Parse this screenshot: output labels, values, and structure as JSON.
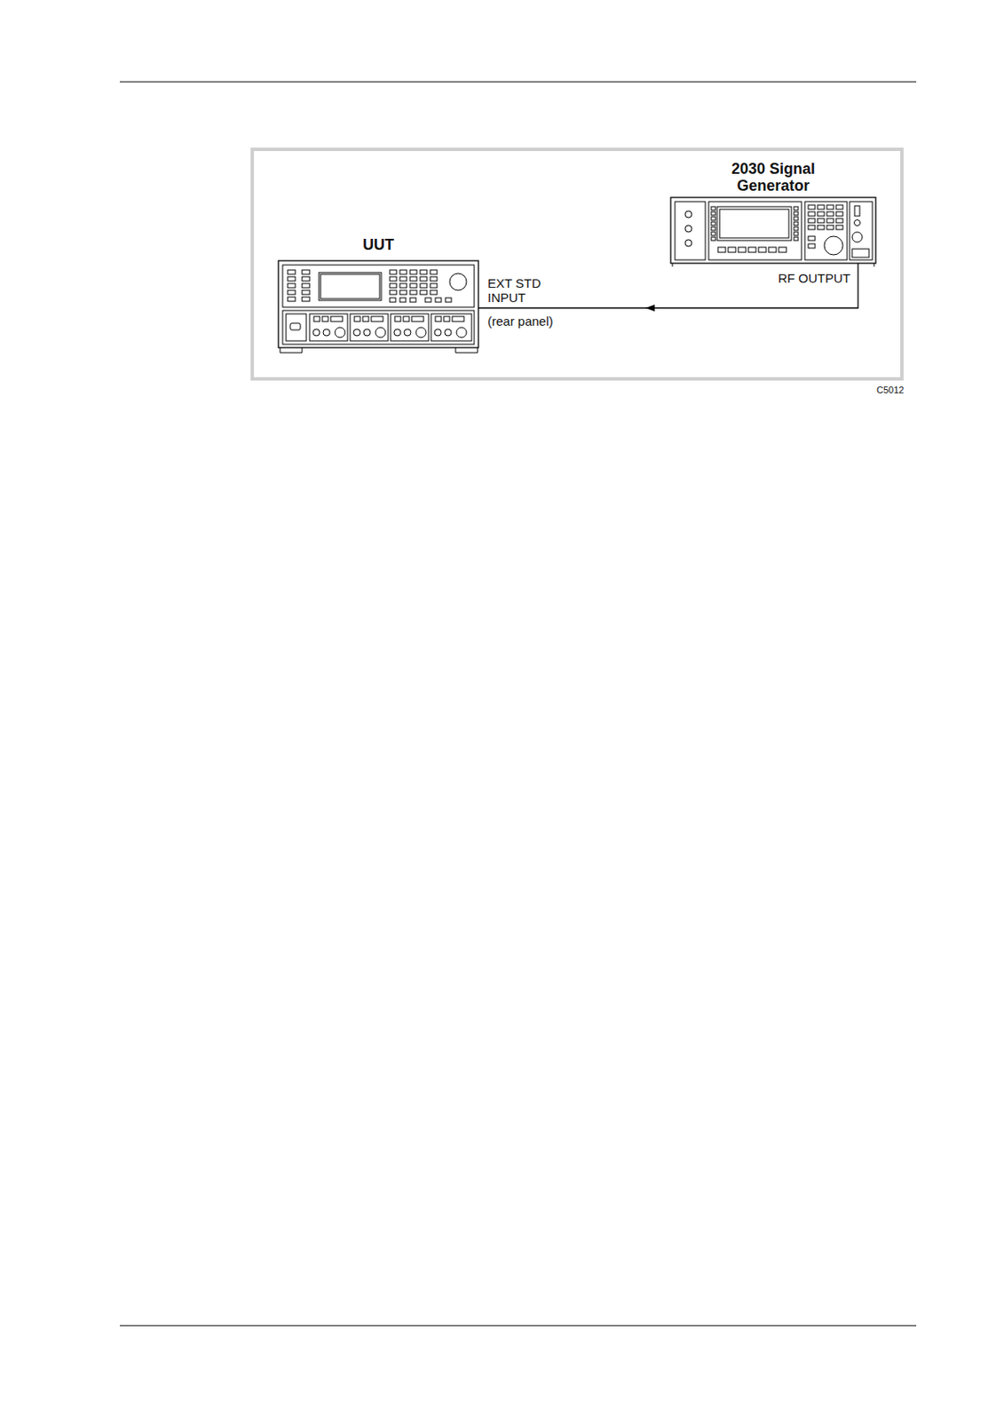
{
  "diagram": {
    "nodes": [
      {
        "text": [
          "UUT"
        ]
      },
      {
        "text": [
          "2030 Signal Generator"
        ]
      }
    ],
    "edges": [
      {
        "from": 1,
        "to": 0,
        "arrow": "to"
      }
    ],
    "labels": [
      "EXT STD INPUT",
      "(rear panel)",
      "RF OUTPUT",
      "C5012"
    ]
  }
}
